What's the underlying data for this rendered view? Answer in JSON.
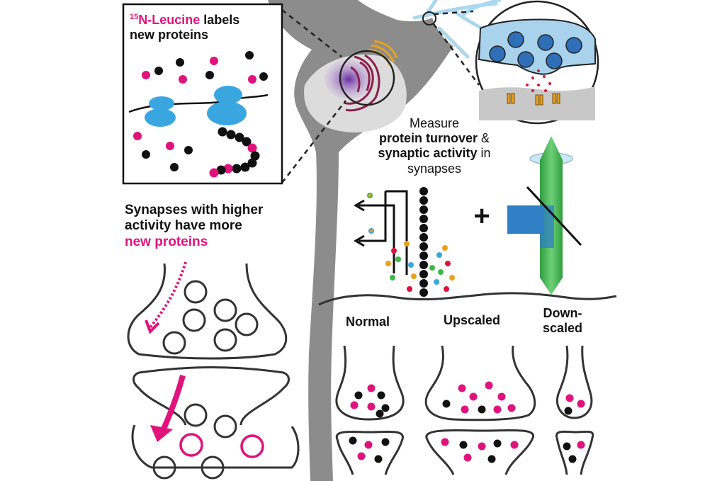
{
  "leucine_box": {
    "superscript": "15",
    "label_colored": "N-Leucine",
    "label_rest": " labels",
    "line2": "new proteins"
  },
  "measure": {
    "line1": "Measure",
    "line2_bold": "protein turnover",
    "line2_rest": " &",
    "line3_bold": "synaptic activity",
    "line3_rest": " in",
    "line4": "synapses"
  },
  "activity_claim": {
    "line1": "Synapses with higher",
    "line2": "activity have more",
    "line3": "new proteins"
  },
  "conditions": {
    "normal": "Normal",
    "upscaled": "Upscaled",
    "downscaled_line1": "Down-",
    "downscaled_line2": "scaled"
  },
  "plus_sign": "+",
  "colors": {
    "new_protein_magenta": "#e0127c",
    "old_protein_black": "#111111",
    "ribosome_blue": "#3aa6e0",
    "neuron_gray": "#8a8a8a",
    "dendrite_blue": "#9fd3ee",
    "laser_green": "#3cb84a",
    "beam_blue": "#2f7fc4",
    "nucleus_purple": "#8e4fb8",
    "er_maroon": "#8b1f4d",
    "golgi_orange": "#e8a21c"
  }
}
